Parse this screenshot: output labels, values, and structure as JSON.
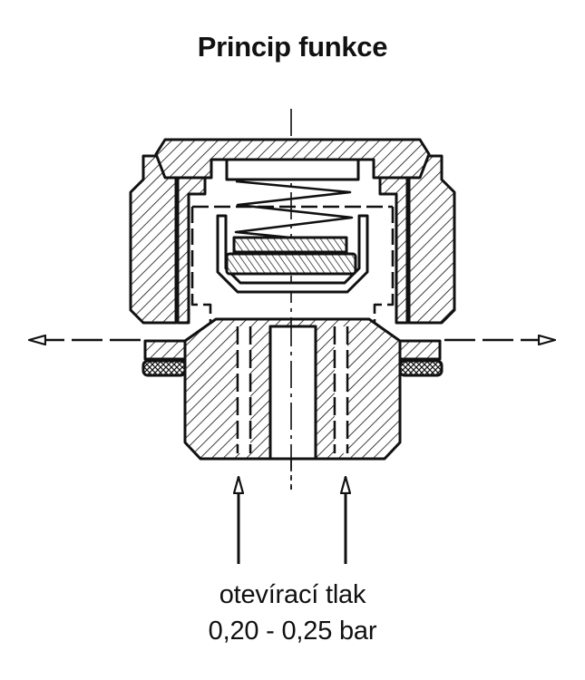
{
  "title": "Princip funkce",
  "caption": {
    "line1": "otevírací tlak",
    "line2": "0,20 - 0,25 bar"
  },
  "colors": {
    "ink": "#111111",
    "background": "#ffffff"
  }
}
